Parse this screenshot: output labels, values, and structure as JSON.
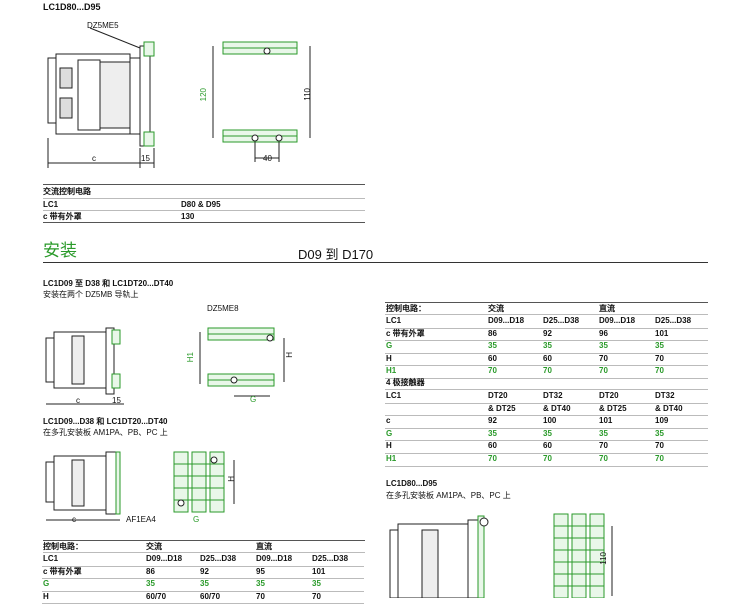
{
  "top": {
    "title": "LC1D80...D95",
    "rail_label": "DZ5ME5",
    "dim_c": "c",
    "dim_15": "15",
    "dim_120": "120",
    "dim_110": "110",
    "dim_40": "40",
    "table": {
      "header": "交流控制电路",
      "rows": [
        {
          "label": "LC1",
          "value": "D80 & D95"
        },
        {
          "label": "c 带有外罩",
          "value": "130"
        }
      ]
    }
  },
  "section": {
    "title": "安装",
    "subtitle": "D09 到 D170"
  },
  "left1": {
    "title": "LC1D09 至 D38 和 LC1DT20...DT40",
    "subtitle": "安装在两个 DZ5MB 导轨上",
    "rail_label": "DZ5ME8",
    "dim_c": "c",
    "dim_15": "15",
    "dim_H1": "H1",
    "dim_H": "H",
    "dim_G": "G"
  },
  "left2": {
    "title": "LC1D09...D38 和 LC1DT20...DT40",
    "subtitle": "在多孔安装板 AM1PA、PB、PC 上",
    "dim_c": "c",
    "dim_G": "G",
    "dim_H": "H",
    "plate_label": "AF1EA4"
  },
  "right_table": {
    "header_label": "控制电路：",
    "group1": "交流",
    "group2": "直流",
    "rows": [
      {
        "label": "LC1",
        "cells": [
          "D09...D18",
          "D25...D38",
          "D09...D18",
          "D25...D38"
        ],
        "green": false
      },
      {
        "label": "c 带有外罩",
        "cells": [
          "86",
          "92",
          "96",
          "101"
        ],
        "green": false
      },
      {
        "label": "G",
        "cells": [
          "35",
          "35",
          "35",
          "35"
        ],
        "green": true
      },
      {
        "label": "H",
        "cells": [
          "60",
          "60",
          "70",
          "70"
        ],
        "green": false
      },
      {
        "label": "H1",
        "cells": [
          "70",
          "70",
          "70",
          "70"
        ],
        "green": true
      }
    ],
    "pole_label": "4 极接触器",
    "pole_rows": [
      {
        "label": "LC1",
        "cells": [
          "DT20",
          "DT32",
          "DT20",
          "DT32"
        ],
        "green": false
      },
      {
        "label": "",
        "cells": [
          "& DT25",
          "& DT40",
          "& DT25",
          "& DT40"
        ],
        "green": false
      },
      {
        "label": "c",
        "cells": [
          "92",
          "100",
          "101",
          "109"
        ],
        "green": false
      },
      {
        "label": "G",
        "cells": [
          "35",
          "35",
          "35",
          "35"
        ],
        "green": true
      },
      {
        "label": "H",
        "cells": [
          "60",
          "60",
          "70",
          "70"
        ],
        "green": false
      },
      {
        "label": "H1",
        "cells": [
          "70",
          "70",
          "70",
          "70"
        ],
        "green": true
      }
    ]
  },
  "bottom_left_table": {
    "header_label": "控制电路：",
    "group1": "交流",
    "group2": "直流",
    "rows": [
      {
        "label": "LC1",
        "cells": [
          "D09...D18",
          "D25...D38",
          "D09...D18",
          "D25...D38"
        ],
        "green": false
      },
      {
        "label": "c 带有外罩",
        "cells": [
          "86",
          "92",
          "95",
          "101"
        ],
        "green": false
      },
      {
        "label": "G",
        "cells": [
          "35",
          "35",
          "35",
          "35"
        ],
        "green": true
      },
      {
        "label": "H",
        "cells": [
          "60/70",
          "60/70",
          "70",
          "70"
        ],
        "green": false
      }
    ]
  },
  "right_bottom": {
    "title": "LC1D80...D95",
    "subtitle": "在多孔安装板 AM1PA、PB、PC 上",
    "dim_110": "110"
  },
  "colors": {
    "green": "#2a9a2a",
    "rule": "#555555"
  }
}
